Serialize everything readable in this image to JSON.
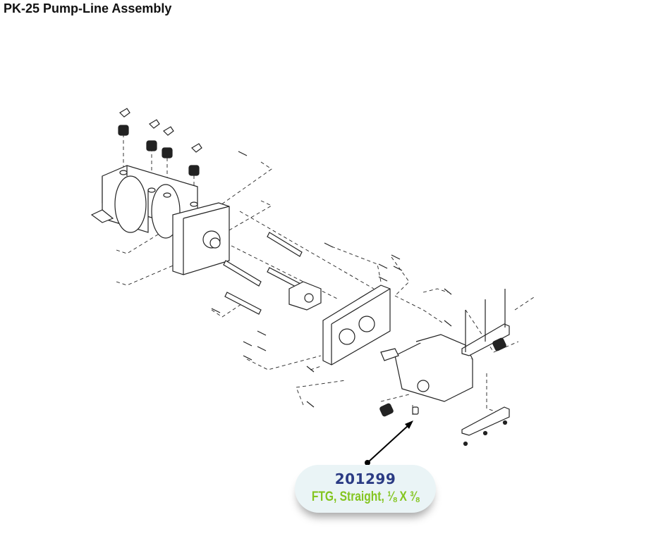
{
  "title": "PK-25 Pump-Line Assembly",
  "callout": {
    "part_number": "201299",
    "description": "FTG, Straight, ⅛ X ⅜",
    "colors": {
      "part_number": "#2b3b84",
      "description": "#84c520",
      "background": "#eaf4f6"
    }
  }
}
